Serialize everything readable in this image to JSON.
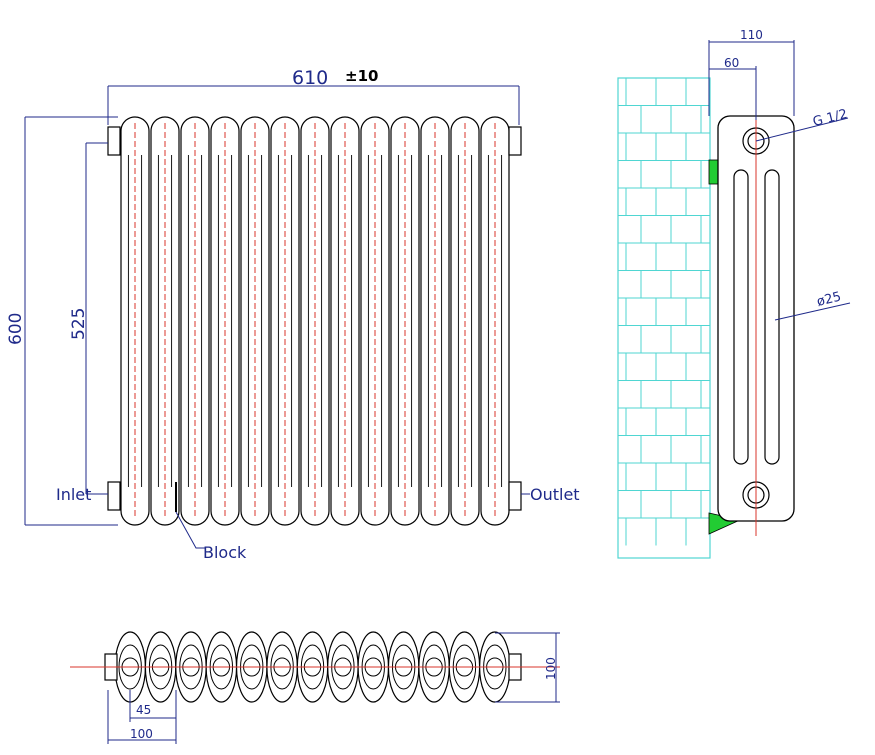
{
  "labels": {
    "width_dim": "610",
    "tolerance": "±10",
    "height_dim": "600",
    "center_dim": "525",
    "inlet": "Inlet",
    "outlet": "Outlet",
    "block": "Block",
    "depth_total": "110",
    "depth_offset": "60",
    "thread": "G 1/2",
    "tube_dia": "ø25",
    "plan_depth": "100",
    "plan_pitch": "45",
    "plan_spacing": "100"
  },
  "specs": {
    "sections": 13,
    "columns": 3
  },
  "colors": {
    "outline": "#000000",
    "dimension": "#1f2a8a",
    "centerline": "#d9342b",
    "wall": "#4fd6d2",
    "bracket": "#22cc33"
  }
}
